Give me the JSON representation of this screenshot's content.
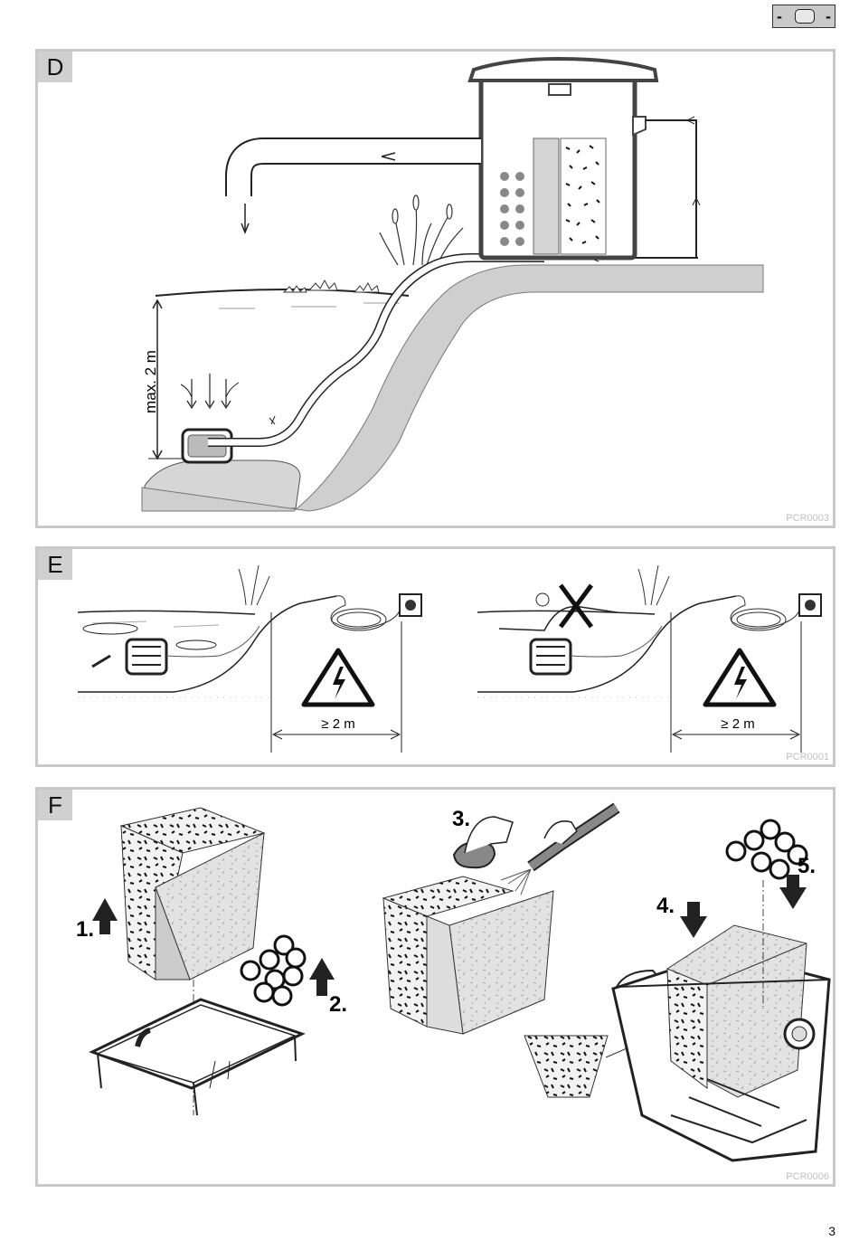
{
  "page_number": "3",
  "language_badge": {
    "left": "-",
    "right": "-"
  },
  "panels": {
    "D": {
      "letter": "D",
      "code": "PCR0003",
      "depth_label": "max. 2 m"
    },
    "E": {
      "letter": "E",
      "code": "PCR0001",
      "distance_left": "≥ 2 m",
      "distance_right": "≥ 2 m"
    },
    "F": {
      "letter": "F",
      "code": "PCR0006",
      "steps": [
        "1.",
        "2.",
        "3.",
        "4.",
        "5."
      ]
    }
  },
  "icons": [
    "warning-electric-icon",
    "no-swimming-icon",
    "arrow-up-icon",
    "arrow-down-icon"
  ]
}
